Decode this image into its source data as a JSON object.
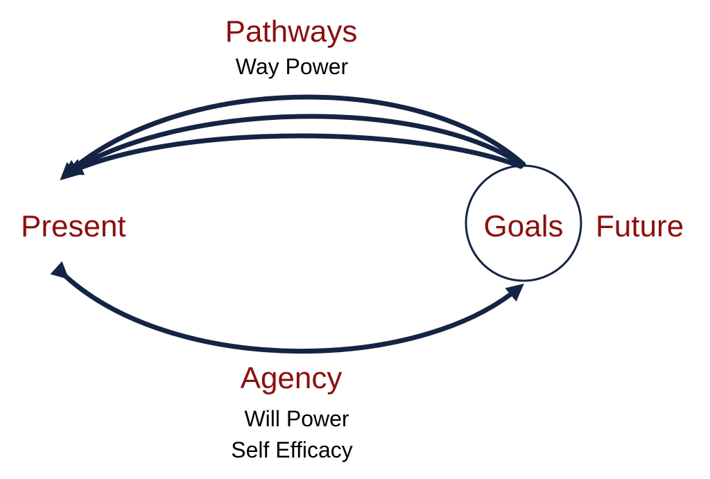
{
  "pathways": {
    "title": "Pathways",
    "subtitle": "Way Power"
  },
  "nodes": {
    "present": "Present",
    "goals": "Goals",
    "future": "Future"
  },
  "agency": {
    "title": "Agency",
    "line1": "Will Power",
    "line2": "Self Efficacy"
  },
  "colors": {
    "accent_red": "#8b0f0f",
    "arrow_navy": "#142444",
    "text_black": "#000000"
  }
}
